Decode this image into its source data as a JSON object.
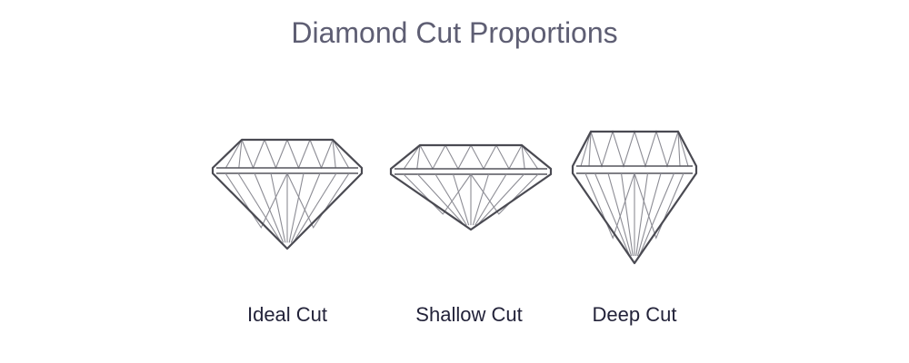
{
  "title": "Diamond Cut Proportions",
  "diamonds": [
    {
      "id": "ideal",
      "label": "Ideal Cut"
    },
    {
      "id": "shallow",
      "label": "Shallow Cut"
    },
    {
      "id": "deep",
      "label": "Deep Cut"
    }
  ],
  "colors": {
    "title": "#5e5e73",
    "caption": "#23233a",
    "outline": "#4a4a52",
    "facet": "#8c8c94"
  }
}
